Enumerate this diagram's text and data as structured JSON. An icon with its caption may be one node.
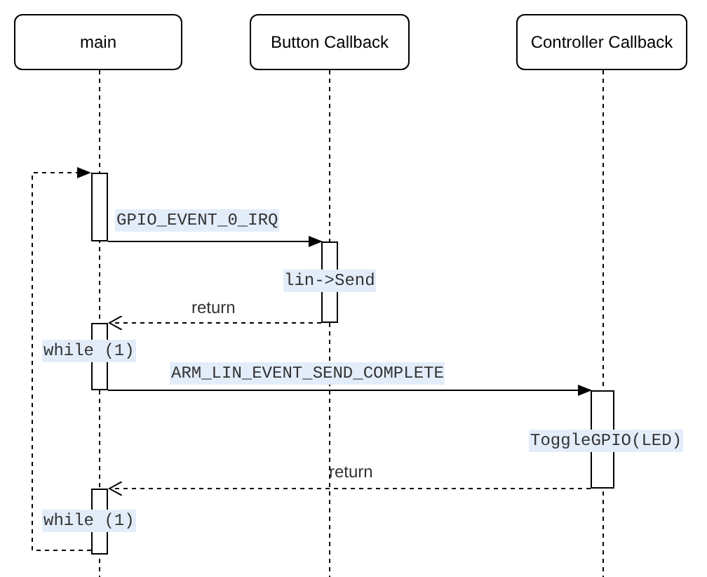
{
  "diagram": {
    "nodes": [
      {
        "text": [
          "main"
        ]
      },
      {
        "text": [
          "Button Callback"
        ]
      },
      {
        "text": [
          "Controller Callback"
        ]
      },
      {
        "text": [],
        "shape": "bar"
      },
      {
        "text": [
          "lin->Send"
        ]
      },
      {
        "text": [
          "while (1)"
        ]
      },
      {
        "text": [
          "ToggleGPIO(LED)"
        ]
      },
      {
        "text": [
          "while (1)"
        ]
      }
    ],
    "edges": [
      {
        "from": 7,
        "to": 3,
        "arrow": "to",
        "style": "dashed"
      },
      {
        "from": 3,
        "to": 4,
        "arrow": "to",
        "label": "GPIO_EVENT_0_IRQ"
      },
      {
        "from": 4,
        "to": 5,
        "arrow": "to",
        "style": "dashed",
        "label": "return"
      },
      {
        "from": 5,
        "to": 6,
        "arrow": "to",
        "label": "ARM_LIN_EVENT_SEND_COMPLETE"
      },
      {
        "from": 6,
        "to": 7,
        "arrow": "to",
        "style": "dashed",
        "label": "return"
      }
    ]
  }
}
